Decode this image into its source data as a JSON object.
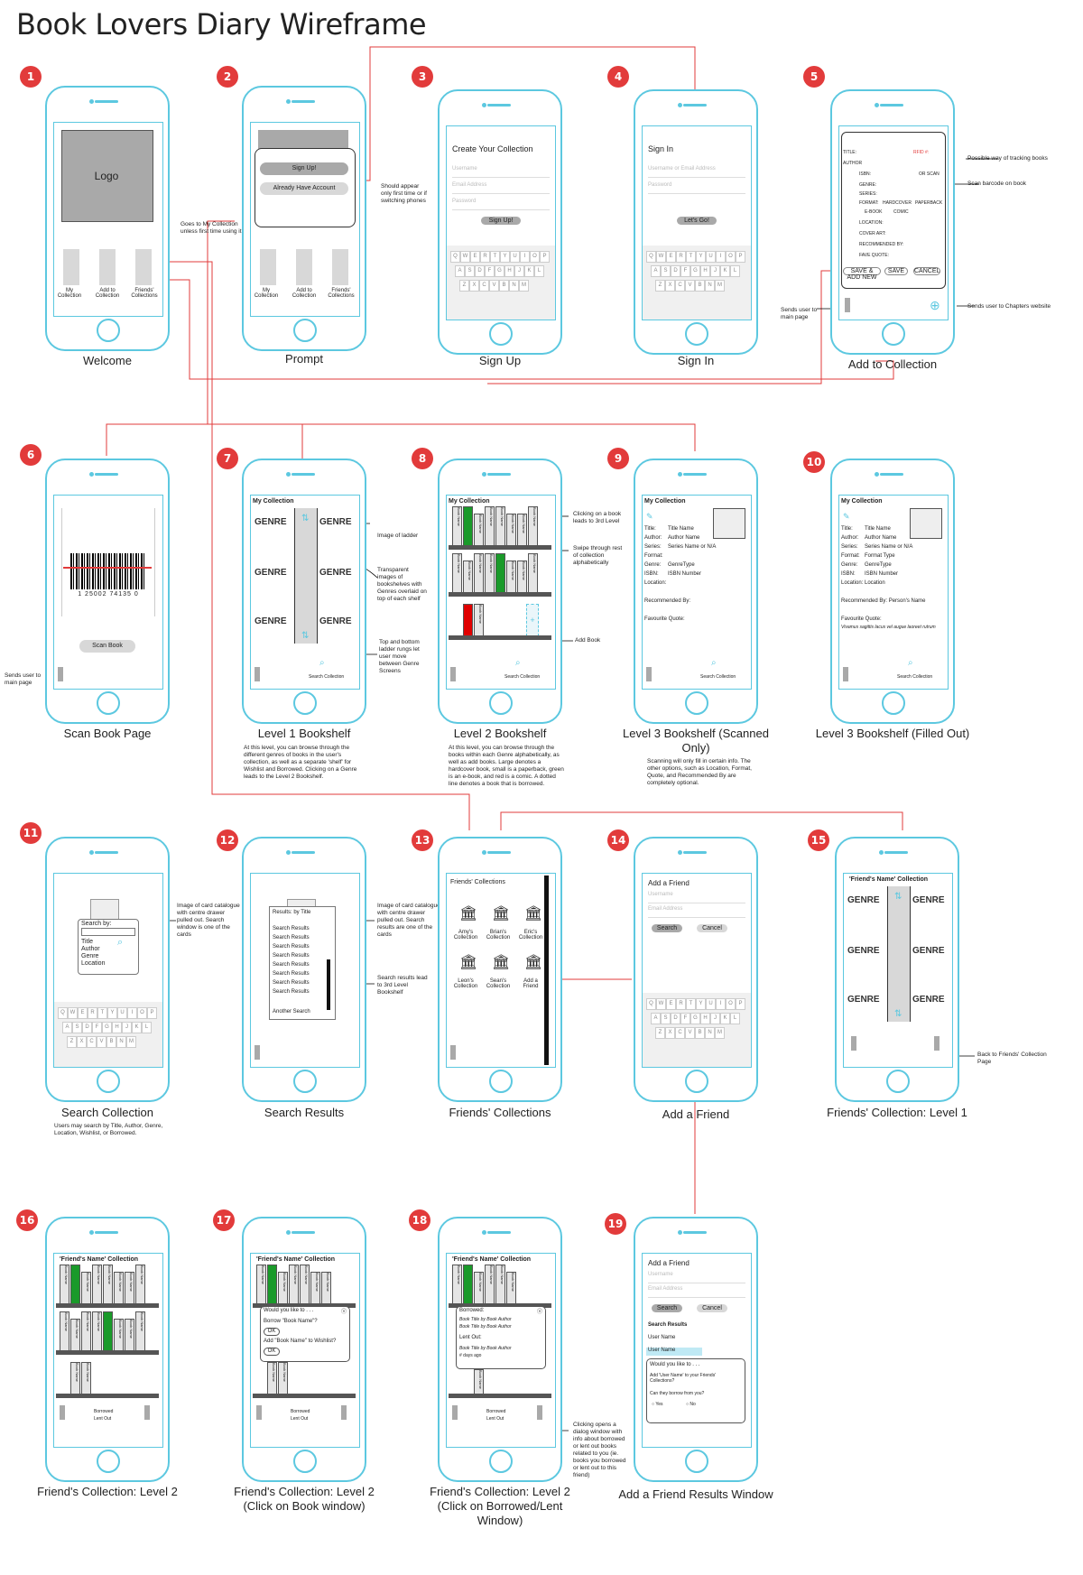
{
  "title": "Book Lovers Diary Wireframe",
  "screens": [
    {
      "num": "1",
      "caption": "Welcome"
    },
    {
      "num": "2",
      "caption": "Prompt"
    },
    {
      "num": "3",
      "caption": "Sign Up"
    },
    {
      "num": "4",
      "caption": "Sign In"
    },
    {
      "num": "5",
      "caption": "Add to Collection"
    },
    {
      "num": "6",
      "caption": "Scan Book Page"
    },
    {
      "num": "7",
      "caption": "Level 1 Bookshelf"
    },
    {
      "num": "8",
      "caption": "Level 2 Bookshelf"
    },
    {
      "num": "9",
      "caption": "Level 3 Bookshelf (Scanned Only)"
    },
    {
      "num": "10",
      "caption": "Level 3 Bookshelf (Filled Out)"
    },
    {
      "num": "11",
      "caption": "Search Collection"
    },
    {
      "num": "12",
      "caption": "Search Results"
    },
    {
      "num": "13",
      "caption": "Friends' Collections"
    },
    {
      "num": "14",
      "caption": "Add a Friend"
    },
    {
      "num": "15",
      "caption": "Friends' Collection: Level 1"
    },
    {
      "num": "16",
      "caption": "Friend's Collection: Level 2"
    },
    {
      "num": "17",
      "caption": "Friend's Collection: Level 2 (Click on Book window)"
    },
    {
      "num": "18",
      "caption": "Friend's Collection: Level 2 (Click on Borrowed/Lent Window)"
    },
    {
      "num": "19",
      "caption": "Add a Friend Results Window"
    }
  ],
  "s1": {
    "logo": "Logo",
    "tab1": "My Collection",
    "tab2": "Add to Collection",
    "tab3": "Friends' Collections"
  },
  "s2": {
    "signup": "Sign Up!",
    "already": "Already Have Account"
  },
  "s3": {
    "heading": "Create Your Collection",
    "f1": "Username",
    "f2": "Email Address",
    "f3": "Password",
    "btn": "Sign Up!"
  },
  "s4": {
    "heading": "Sign In",
    "f1": "Username or Email Address",
    "f2": "Password",
    "btn": "Let's Go!"
  },
  "s5": {
    "title": "TITLE:",
    "rfid": "RFID #:",
    "author": "AUTHOR",
    "isbn": "ISBN:",
    "or_scan": "OR SCAN",
    "genre": "GENRE:",
    "series": "SERIES:",
    "format": "FORMAT:",
    "hardcover": "HARDCOVER",
    "paperback": "PAPERBACK",
    "ebook": "E-BOOK",
    "comic": "COMIC",
    "location": "LOCATION:",
    "recommended": "RECOMMENDED BY:",
    "fave": "FAVE QUOTE:",
    "cover": "COVER ART:",
    "save_add": "SAVE & ADD NEW",
    "save": "SAVE",
    "cancel": "CANCEL"
  },
  "s6": {
    "barcode_num": "1 25002 74135 0",
    "btn": "Scan Book"
  },
  "s7": {
    "header": "My Collection",
    "genre": "GENRE",
    "search": "Search Collection"
  },
  "s9": {
    "header": "My Collection",
    "title": "Title:",
    "title_v": "Title Name",
    "author": "Author:",
    "author_v": "Author Name",
    "series": "Series:",
    "series_v": "Series Name or N/A",
    "format": "Format:",
    "genre": "Genre:",
    "genre_v": "GenreType",
    "isbn": "ISBN:",
    "isbn_v": "ISBN Number",
    "location": "Location:",
    "rec": "Recommended By:",
    "quote": "Favourite Quote:",
    "search": "Search Collection"
  },
  "s10": {
    "header": "My Collection",
    "title_v": "Title Name",
    "author_v": "Author Name",
    "series_v": "Series Name or N/A",
    "format_v": "Format Type",
    "genre_v": "GenreType",
    "isbn_v": "ISBN Number",
    "location_v": "Location",
    "rec": "Recommended By: Person's Name",
    "quote": "Favourite Quote:",
    "quote_v": "Vivamus sagittis lacus vel augue laoreet rutrum",
    "search": "Search Collection"
  },
  "s11": {
    "searchby": "Search by:",
    "opt1": "Title",
    "opt2": "Author",
    "opt3": "Genre",
    "opt4": "Location"
  },
  "s12": {
    "head": "Results: by Title",
    "row": "Search Results",
    "another": "Another Search"
  },
  "s13": {
    "heading": "Friends' Collections",
    "c1": "Amy's Collection",
    "c2": "Brian's Collection",
    "c3": "Eric's Collection",
    "c4": "Leon's Collection",
    "c5": "Sean's Collection",
    "c6": "Add a Friend"
  },
  "s14": {
    "heading": "Add a Friend",
    "f1": "Username",
    "f2": "Email Address",
    "search": "Search",
    "cancel": "Cancel"
  },
  "s15": {
    "header": "'Friend's Name' Collection",
    "genre": "GENRE"
  },
  "s16": {
    "header": "'Friend's Name' Collection",
    "borrowed": "Borrowed",
    "lent": "Lent Out"
  },
  "s17": {
    "q1": "Would you like to . . .",
    "q2": "Borrow \"Book Name\"?",
    "ok": "OK",
    "q3": "Add \"Book Name\" to Wishlist?"
  },
  "s18": {
    "borrowed": "Borrowed:",
    "b1": "Book Title by Book Author",
    "b2": "Book Title by Book Author",
    "lent": "Lent Out:",
    "l1": "Book Title by Book Author",
    "days": "# days ago"
  },
  "s19": {
    "results": "Search Results",
    "user": "User Name",
    "q1": "Would you like to . . .",
    "q2": "Add 'User Name' to your Friends' Collections?",
    "q3": "Can they borrow from you?",
    "yes": "Yes",
    "no": "No"
  },
  "book_label": "Book Name",
  "notes": {
    "n1": "Goes to My Collection unless first time using it",
    "n2": "Should appear only first time or if switching phones",
    "n3": "Possible way of tracking books",
    "n4": "Scan barcode on book",
    "n5": "Sends user to main page",
    "n6": "Sends user to Chapters website",
    "n7": "Sends user to main page",
    "n8": "Image of ladder",
    "n9": "Transparent images of bookshelves with Genres overlaid on top of each shelf",
    "n10": "Top and bottom ladder rungs let user move between Genre Screens",
    "n11": "At this level, you can browse through the different genres of books in the user's collection, as well as a separate 'shelf' for Wishlist and Borrowed. Clicking on a Genre leads to the Level 2 Bookshelf.",
    "n12": "Clicking on a book leads to 3rd Level",
    "n13": "Swipe through rest of collection alphabetically",
    "n14": "Add Book",
    "n15": "At this level, you can browse through the books within each Genre alphabetically, as well as add books. Large denotes a hardcover book, small is a paperback, green is an e-book, and red is a comic. A dotted line denotes a book that is borrowed.",
    "n16": "Scanning will only fill in certain info. The other options, such as Location, Format, Quote, and Recommended By are completely optional.",
    "n17": "Image of card catalogue with centre drawer pulled out. Search window is one of the cards",
    "n18": "Users may search by Title, Author, Genre, Location, Wishlist, or Borrowed.",
    "n19": "Image of card catalogue with centre drawer pulled out. Search results are one of the cards",
    "n20": "Search results lead to 3rd Level Bookshelf",
    "n21": "Back to Friends' Collection Page",
    "n22": "Clicking opens a dialog window with info about borrowed or lent out books related to you (ie. books you borrowed or lent out to this friend)"
  },
  "colors": {
    "accent": "#5cc8e0",
    "red": "#e23b3b",
    "green": "#1a9a2a",
    "comic": "#e00000"
  }
}
